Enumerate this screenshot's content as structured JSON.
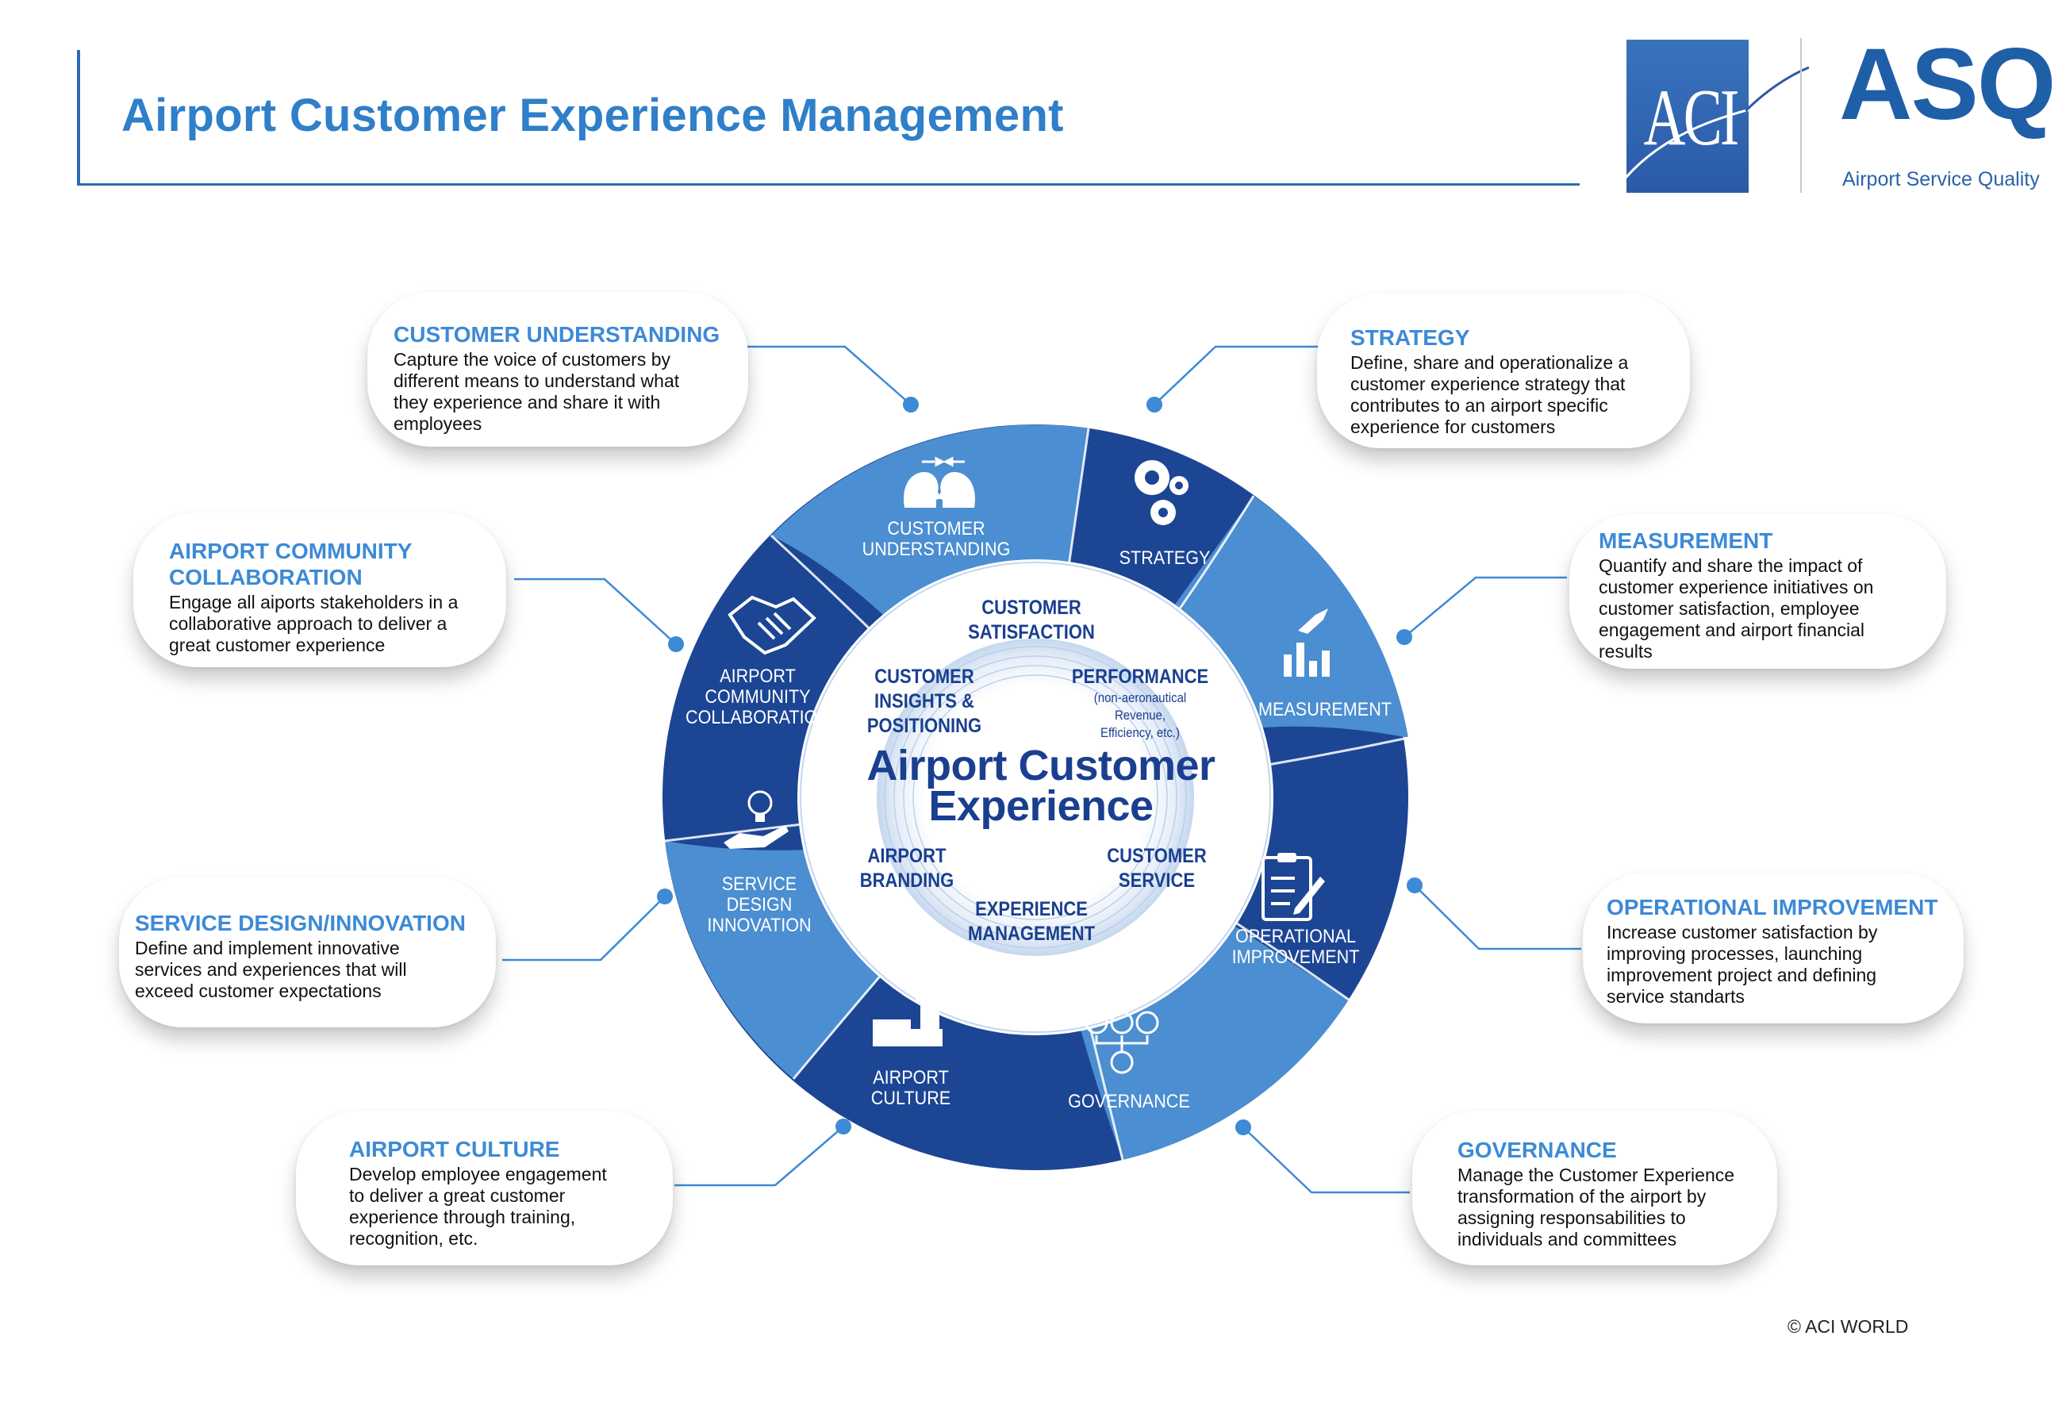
{
  "header": {
    "title": "Airport Customer Experience Management"
  },
  "logos": {
    "aci": "ACI",
    "asq": "ASQ",
    "asq_subtitle": "Airport Service Quality"
  },
  "wheel": {
    "center_title_line1": "Airport Customer",
    "center_title_line2": "Experience",
    "segments": {
      "customer_understanding": [
        "CUSTOMER",
        "UNDERSTANDING"
      ],
      "strategy": [
        "STRATEGY"
      ],
      "measurement": [
        "MEASUREMENT"
      ],
      "operational_improvement": [
        "OPERATIONAL",
        "IMPROVEMENT"
      ],
      "governance": [
        "GOVERNANCE"
      ],
      "airport_culture": [
        "AIRPORT",
        "CULTURE"
      ],
      "service_design": [
        "SERVICE",
        "DESIGN",
        "INNOVATION"
      ],
      "airport_community": [
        "AIRPORT",
        "COMMUNITY",
        "COLLABORATION"
      ]
    },
    "inner": {
      "customer_satisfaction": [
        "CUSTOMER",
        "SATISFACTION"
      ],
      "performance": "PERFORMANCE",
      "performance_note": [
        "(non-aeronautical",
        "Revenue,",
        "Efficiency, etc.)"
      ],
      "customer_insights": [
        "CUSTOMER",
        "INSIGHTS &",
        "POSITIONING"
      ],
      "airport_branding": [
        "AIRPORT",
        "BRANDING"
      ],
      "customer_service": [
        "CUSTOMER",
        "SERVICE"
      ],
      "experience_management": [
        "EXPERIENCE",
        "MANAGEMENT"
      ]
    }
  },
  "callouts": {
    "customer_understanding": {
      "title": "CUSTOMER UNDERSTANDING",
      "lines": [
        "Capture the voice of customers by",
        "different means to understand what",
        "they experience and share it with",
        "employees"
      ]
    },
    "strategy": {
      "title": "STRATEGY",
      "lines": [
        "Define, share and operationalize a",
        "customer experience strategy that",
        "contributes to an airport specific",
        "experience for customers"
      ]
    },
    "airport_community": {
      "title_lines": [
        "AIRPORT COMMUNITY",
        "COLLABORATION"
      ],
      "lines": [
        "Engage all aiports stakeholders in a",
        "collaborative approach to deliver a",
        "great customer experience"
      ]
    },
    "measurement": {
      "title": "MEASUREMENT",
      "lines": [
        "Quantify and share the impact of",
        "customer experience initiatives on",
        "customer satisfaction, employee",
        "engagement and airport financial",
        "results"
      ]
    },
    "service_design": {
      "title": "SERVICE DESIGN/INNOVATION",
      "lines": [
        "Define and implement innovative",
        "services and experiences that will",
        "exceed customer expectations"
      ]
    },
    "operational_improvement": {
      "title": "OPERATIONAL IMPROVEMENT",
      "lines": [
        "Increase customer satisfaction by",
        "improving processes, launching",
        "improvement project and defining",
        "service standarts"
      ]
    },
    "airport_culture": {
      "title": "AIRPORT CULTURE",
      "lines": [
        "Develop employee engagement",
        "to deliver a great customer",
        "experience through training,",
        "recognition, etc."
      ]
    },
    "governance": {
      "title": "GOVERNANCE",
      "lines": [
        "Manage the Customer Experience",
        "transformation of the airport by",
        "assigning responsabilities to",
        "individuals and committees"
      ]
    }
  },
  "footer": {
    "copyright": "© ACI WORLD"
  },
  "colors": {
    "dark_blue": "#1c4594",
    "mid_blue": "#4b8ed1",
    "title_blue": "#2f7fc9",
    "callout_title": "#3d8ad6"
  },
  "icons": [
    "head-exchange-icon",
    "gears-icon",
    "chart-hand-icon",
    "clipboard-icon",
    "org-people-icon",
    "airport-tower-icon",
    "lightbulb-hand-icon",
    "handshake-icon"
  ]
}
